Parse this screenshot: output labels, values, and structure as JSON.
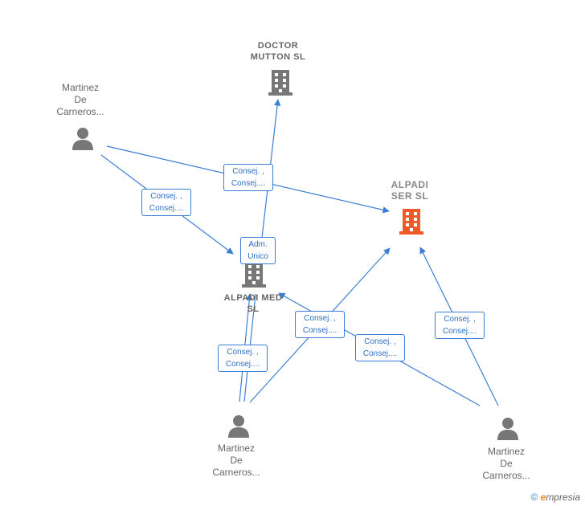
{
  "nodes": {
    "doctor_mutton": {
      "label_line1": "DOCTOR",
      "label_line2": "MUTTON  SL",
      "type": "company"
    },
    "alpadi_ser": {
      "label_line1": "ALPADI",
      "label_line2": "SER  SL",
      "type": "company",
      "color": "#f05a28"
    },
    "alpadi_med": {
      "label_line1": "ALPADI  MED",
      "label_line2": "SL",
      "type": "company"
    },
    "person_top_left": {
      "label_line1": "Martinez",
      "label_line2": "De",
      "label_line3": "Carneros..."
    },
    "person_bottom_mid": {
      "label_line1": "Martinez",
      "label_line2": "De",
      "label_line3": "Carneros..."
    },
    "person_bottom_right": {
      "label_line1": "Martinez",
      "label_line2": "De",
      "label_line3": "Carneros..."
    }
  },
  "edge_labels": {
    "e1": {
      "line1": "Consej. ,",
      "line2": "Consej...."
    },
    "e2": {
      "line1": "Consej. ,",
      "line2": "Consej...."
    },
    "e3": {
      "line1": "Adm.",
      "line2": "Unico"
    },
    "e4": {
      "line1": "Consej. ,",
      "line2": "Consej...."
    },
    "e5": {
      "line1": "Consej. ,",
      "line2": "Consej...."
    },
    "e6": {
      "line1": "Consej. ,",
      "line2": "Consej...."
    },
    "e7": {
      "line1": "Consej. ,",
      "line2": "Consej...."
    }
  },
  "colors": {
    "edge": "#3b7fd4",
    "person_icon": "#777777",
    "company_icon": "#777777",
    "highlight_company": "#f05a28"
  },
  "watermark": {
    "symbol": "©",
    "brand_letter": "e",
    "brand_rest": "mpresia"
  }
}
